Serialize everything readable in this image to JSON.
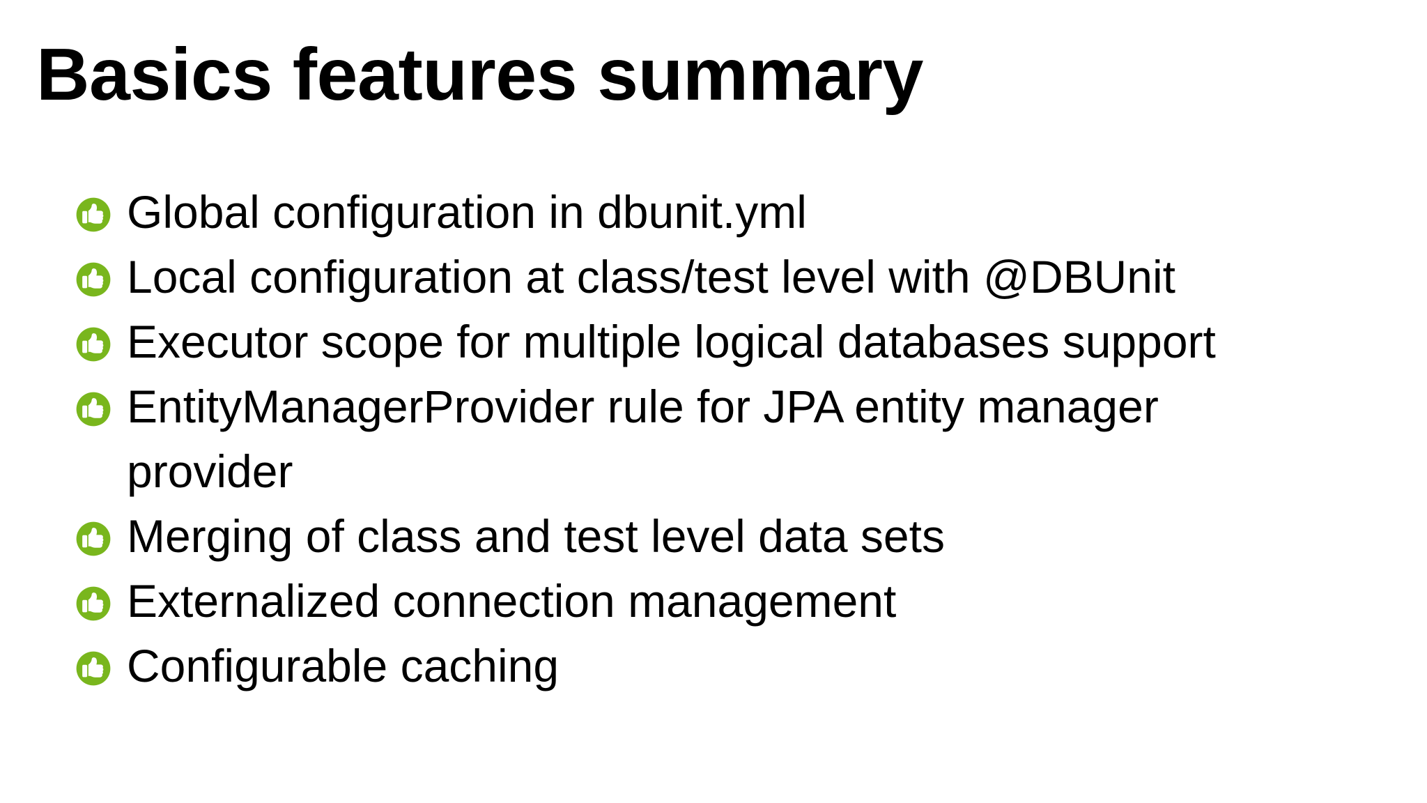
{
  "slide": {
    "title": "Basics features summary",
    "background_color": "#ffffff",
    "text_color": "#000000",
    "bullet_icon_color": "#79b61d",
    "bullet_icon_name": "thumbs-up-icon",
    "items": [
      {
        "text": "Global configuration in dbunit.yml"
      },
      {
        "text": "Local configuration at class/test level with @DBUnit"
      },
      {
        "text": "Executor scope for multiple logical databases support"
      },
      {
        "text": "EntityManagerProvider rule for JPA entity manager provider"
      },
      {
        "text": "Merging of class and test level data sets"
      },
      {
        "text": "Externalized connection management"
      },
      {
        "text": "Configurable caching"
      }
    ]
  }
}
